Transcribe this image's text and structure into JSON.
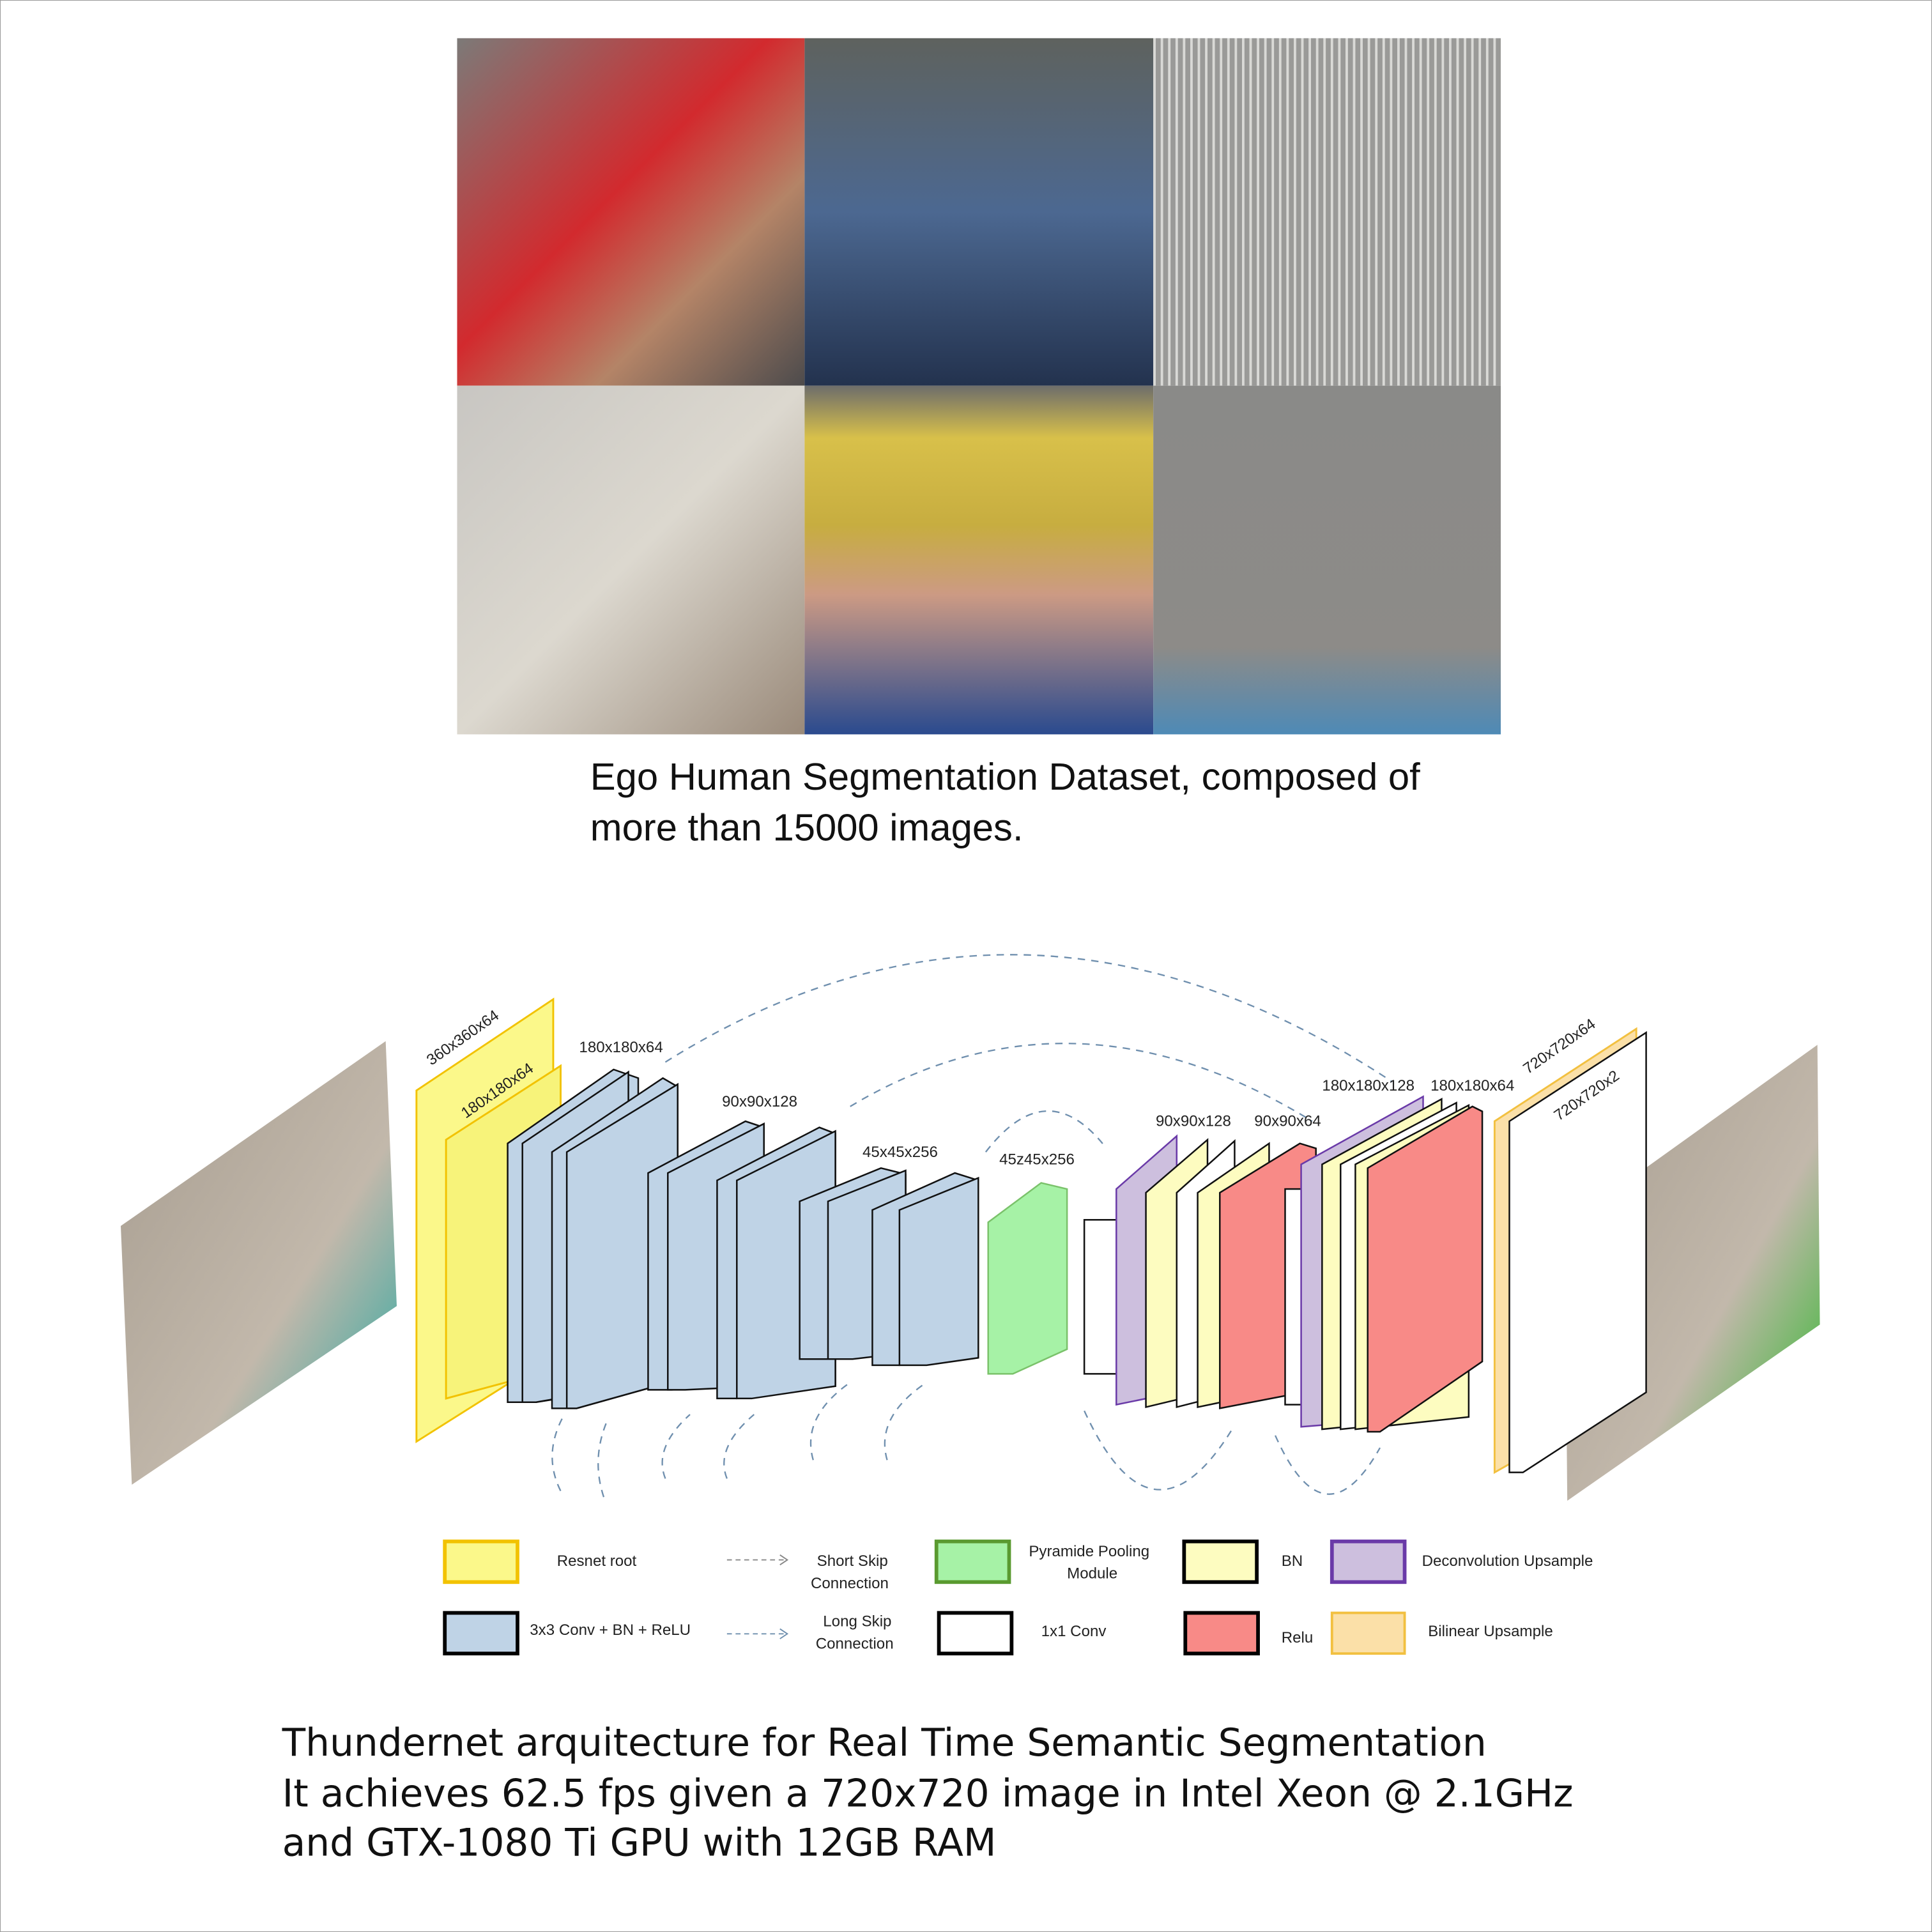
{
  "dataset_caption": {
    "line1": "Ego Human Segmentation Dataset, composed of",
    "line2": "more than 15000 images."
  },
  "photos": [
    {
      "name": "photo-hands-red-mat"
    },
    {
      "name": "photo-legs-seated"
    },
    {
      "name": "photo-feet-striped-floor"
    },
    {
      "name": "photo-newspaper-arms"
    },
    {
      "name": "photo-crossed-legs-yellow"
    },
    {
      "name": "photo-chairs-carpet"
    }
  ],
  "diagram": {
    "labels": {
      "l360": "360x360x64",
      "l180a": "180x180x64",
      "l180b": "180x180x64",
      "l90a": "90x90x128",
      "l45a": "45x45x256",
      "l45b": "45z45x256",
      "l90b": "90x90x128",
      "l90c": "90x90x64",
      "l180c": "180x180x128",
      "l180d": "180x180x64",
      "l720a": "720x720x64",
      "l720b": "720x720x2"
    },
    "legend": [
      {
        "label": "Resnet root",
        "color": "#fbf88a",
        "border": "#f2c200"
      },
      {
        "label": "3x3 Conv + BN + ReLU",
        "color": "#bfd3e6",
        "border": "#000000"
      },
      {
        "label1": "Short Skip",
        "label2": "Connection"
      },
      {
        "label1": "Long Skip",
        "label2": "Connection"
      },
      {
        "label1": "Pyramide Pooling",
        "label2": "Module",
        "color": "#a6f2a6",
        "border": "#5a9a30"
      },
      {
        "label": "1x1 Conv",
        "color": "#ffffff",
        "border": "#000000"
      },
      {
        "label": "BN",
        "color": "#fdfcc0",
        "border": "#000000"
      },
      {
        "label": "Relu",
        "color": "#f88a87",
        "border": "#000000"
      },
      {
        "label": "Deconvolution Upsample",
        "color": "#cdbfde",
        "border": "#6a3aa8"
      },
      {
        "label": "Bilinear Upsample",
        "color": "#fbe0a8",
        "border": "#f2c040"
      }
    ]
  },
  "arch_caption": {
    "line1": "Thundernet arquitecture for Real Time Semantic Segmentation",
    "line2": "It achieves 62.5 fps given a 720x720 image in Intel Xeon @ 2.1GHz",
    "line3": "and GTX-1080 Ti GPU with 12GB RAM"
  }
}
